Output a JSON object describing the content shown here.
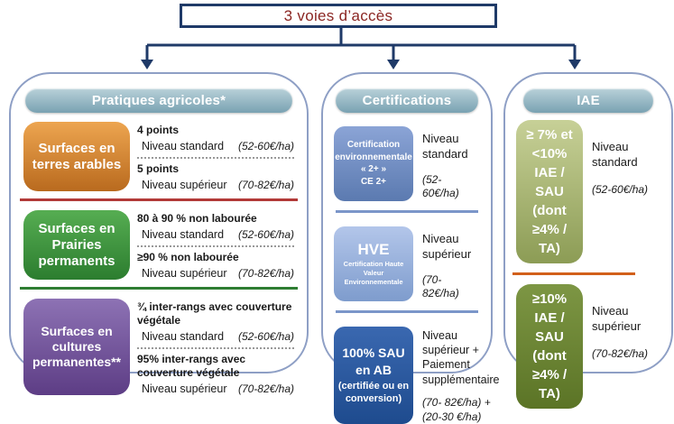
{
  "title": "3 voies d’accès",
  "palette": {
    "connector_navy": "#1f3a68",
    "title_text_red": "#8b2623",
    "header_bar_blue": "#79a2b2",
    "arable_orange": "#ce7a2b",
    "prairie_green": "#3f9642",
    "cultures_purple": "#6e4f99",
    "cert_blue": "#6d89be",
    "hve_light_blue": "#93acd9",
    "ab_dark_blue": "#2a569e",
    "iae_light_olive": "#a9b96e",
    "iae_dark_olive": "#6d8836",
    "separator_red": "#b23a38",
    "separator_green": "#2e7d32",
    "separator_blue": "#7b96c9",
    "separator_orange": "#d2601a"
  },
  "col1": {
    "header": "Pratiques agricoles*",
    "rows": [
      {
        "box": "Surfaces en terres arables",
        "top_label": "4 points",
        "top_level": "Niveau standard",
        "top_price": "(52-60€/ha)",
        "bottom_label": "5 points",
        "bottom_level": "Niveau supérieur",
        "bottom_price": "(70-82€/ha)"
      },
      {
        "box": "Surfaces en Prairies permanents",
        "top_label": "80 à 90 % non labourée",
        "top_level": "Niveau standard",
        "top_price": "(52-60€/ha)",
        "bottom_label": "≥90 % non labourée",
        "bottom_level": "Niveau supérieur",
        "bottom_price": "(70-82€/ha)"
      },
      {
        "box": "Surfaces en cultures permanentes**",
        "top_label": "¾ inter-rangs avec couverture végétale",
        "top_level": "Niveau standard",
        "top_price": "(52-60€/ha)",
        "bottom_label": "95% inter-rangs avec couverture végétale",
        "bottom_level": "Niveau supérieur",
        "bottom_price": "(70-82€/ha)"
      }
    ]
  },
  "col2": {
    "header": "Certifications",
    "rows": [
      {
        "box_title": "Certification environnementale « 2+ »",
        "box_sub": "CE 2+",
        "level": "Niveau standard",
        "price": "(52- 60€/ha)"
      },
      {
        "box_title": "HVE",
        "box_sub": "Certification Haute Valeur Environnementale",
        "level": "Niveau supérieur",
        "price": "(70- 82€/ha)"
      },
      {
        "box_title": "100% SAU en AB",
        "box_sub": "(certifiée ou en conversion)",
        "level": "Niveau supérieur + Paiement supplémentaire",
        "price": "(70- 82€/ha) + (20-30 €/ha)"
      }
    ]
  },
  "col3": {
    "header": "IAE",
    "rows": [
      {
        "box": "≥ 7% et <10% IAE / SAU (dont ≥4% / TA)",
        "level": "Niveau standard",
        "price": "(52-60€/ha)"
      },
      {
        "box": "≥10% IAE / SAU (dont ≥4% / TA)",
        "level": "Niveau supérieur",
        "price": "(70-82€/ha)"
      }
    ]
  }
}
